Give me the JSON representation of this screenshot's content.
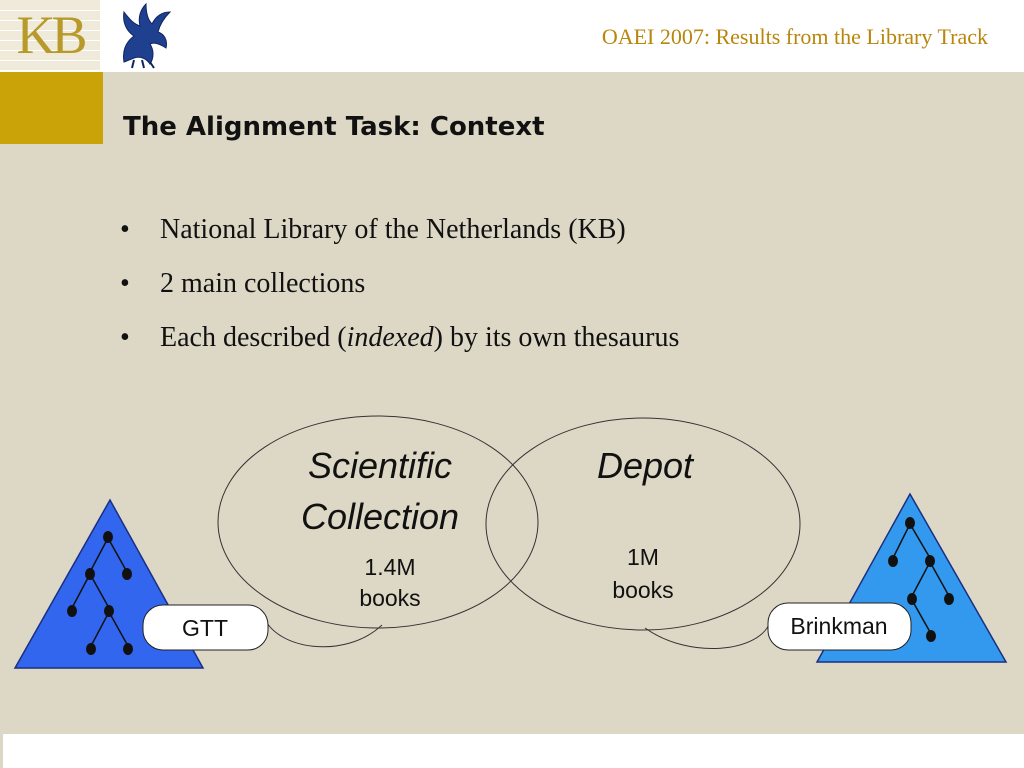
{
  "header": {
    "title": "OAEI 2007: Results from the Library Track",
    "logo_text": "KB"
  },
  "slide": {
    "title": "The Alignment Task: Context",
    "bullets": [
      {
        "before": "National Library of the Netherlands (KB)",
        "emph": "",
        "after": ""
      },
      {
        "before": "2 main collections",
        "emph": "",
        "after": ""
      },
      {
        "before": "Each described (",
        "emph": "indexed",
        "after": ") by its own thesaurus"
      }
    ],
    "bullet_char": "•"
  },
  "diagram": {
    "collections": [
      {
        "name_line1": "Scientific",
        "name_line2": "Collection",
        "size_value": "1.4M",
        "size_unit": "books"
      },
      {
        "name_line1": "Depot",
        "name_line2": "",
        "size_value": "1M",
        "size_unit": "books"
      }
    ],
    "thesauri": [
      {
        "label": "GTT"
      },
      {
        "label": "Brinkman"
      }
    ]
  },
  "colors": {
    "accent": "#c9a308",
    "header_text": "#b8860b",
    "background": "#ddd7c6",
    "triangle_left": "#3366ee",
    "triangle_right": "#3399ee"
  },
  "icons": [
    "kb-logo-icon",
    "griffin-logo-icon"
  ]
}
